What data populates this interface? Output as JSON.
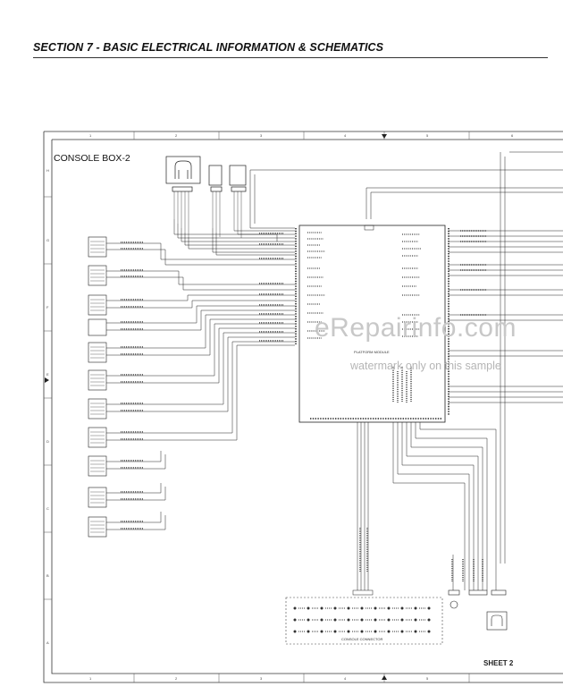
{
  "page": {
    "section_title": "SECTION 7 - BASIC ELECTRICAL INFORMATION & SCHEMATICS"
  },
  "schematic": {
    "console_label": "CONSOLE BOX-2",
    "sheet_label": "SHEET 2",
    "module_label": "PLATFORM MODULE",
    "connector_label": "CONSOLE CONNECTOR",
    "border_numbers": [
      "1",
      "2",
      "3",
      "4",
      "5",
      "6"
    ],
    "border_letters": [
      "H",
      "G",
      "F",
      "E",
      "D",
      "C",
      "B",
      "A"
    ]
  },
  "watermark": {
    "site": "eRepairinfo.com",
    "note": "watermark only on this sample"
  },
  "colors": {
    "line": "#222222",
    "watermark": "#c8c8c8"
  }
}
